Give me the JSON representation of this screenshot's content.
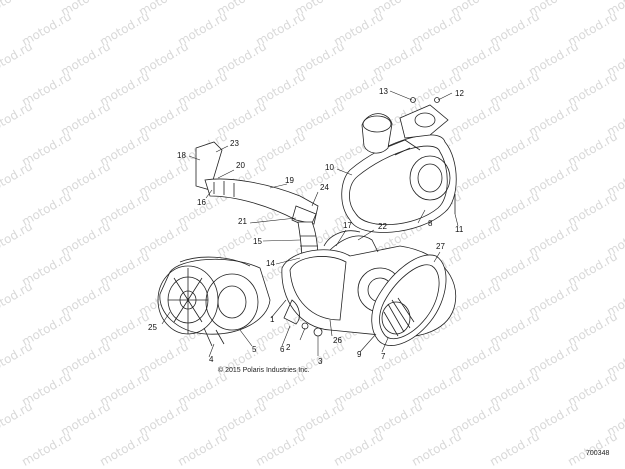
{
  "watermark": "motod.ru",
  "callouts": [
    "1",
    "2",
    "3",
    "4",
    "5",
    "6",
    "7",
    "8",
    "9",
    "10",
    "11",
    "12",
    "13",
    "14",
    "15",
    "16",
    "17",
    "18",
    "19",
    "20",
    "21",
    "22",
    "23",
    "24",
    "25",
    "26",
    "27"
  ],
  "copyright": "© 2015 Polaris Industries Inc.",
  "figure_number": "700348"
}
